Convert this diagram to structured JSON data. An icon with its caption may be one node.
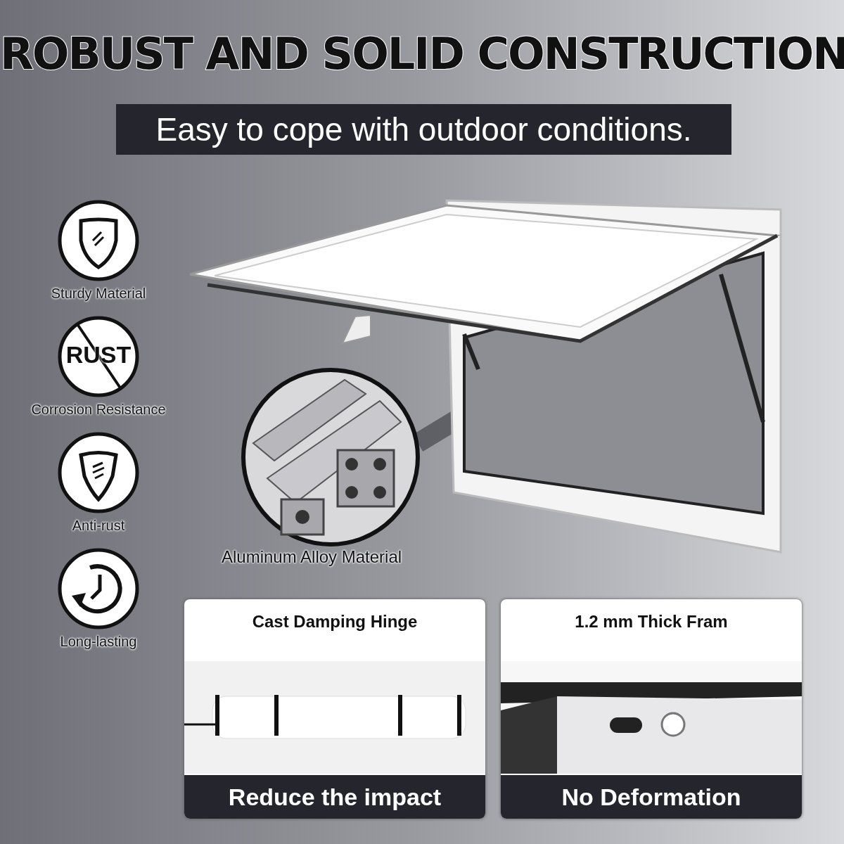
{
  "diagram": {
    "title": "ROBUST AND SOLID CONSTRUCTION",
    "nodes": [
      {
        "text": [
          "Easy to cope with outdoor conditions."
        ]
      },
      {
        "text": [
          "Sturdy Material"
        ]
      },
      {
        "text": [
          "RUST",
          "Corrosion Resistance"
        ]
      },
      {
        "text": [
          "Anti-rust"
        ]
      },
      {
        "text": [
          "Long-lasting"
        ]
      },
      {
        "text": [],
        "shape": "picture"
      },
      {
        "text": [
          "Aluminum Alloy Material"
        ]
      },
      {
        "text": [
          "Cast Damping Hinge",
          "Reduce the impact"
        ]
      },
      {
        "text": [
          "1.2 mm Thick Fram",
          "No Deformation"
        ]
      }
    ],
    "edges": [
      {
        "from": 6,
        "to": 5,
        "arrow": "none"
      }
    ]
  }
}
